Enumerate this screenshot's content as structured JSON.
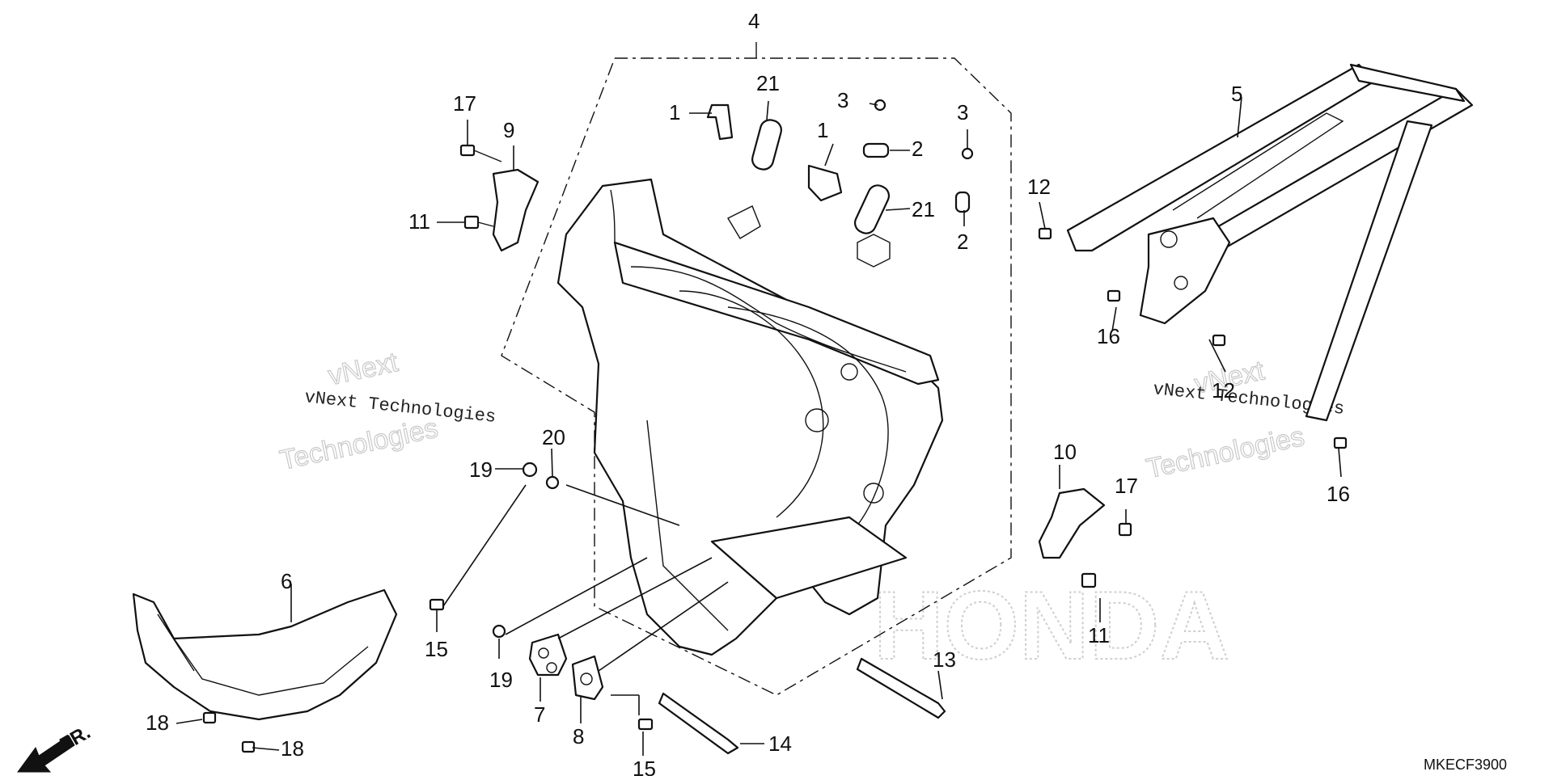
{
  "callouts": {
    "c1a": "1",
    "c1b": "1",
    "c2a": "2",
    "c2b": "2",
    "c3a": "3",
    "c3b": "3",
    "c4": "4",
    "c5": "5",
    "c6": "6",
    "c7": "7",
    "c8": "8",
    "c9": "9",
    "c10": "10",
    "c11a": "11",
    "c11b": "11",
    "c12a": "12",
    "c12b": "12",
    "c13": "13",
    "c14": "14",
    "c15a": "15",
    "c15b": "15",
    "c16a": "16",
    "c16b": "16",
    "c17a": "17",
    "c17b": "17",
    "c18a": "18",
    "c18b": "18",
    "c19a": "19",
    "c19b": "19",
    "c20": "20",
    "c21a": "21",
    "c21b": "21"
  },
  "watermark": {
    "line1": "vNext",
    "line2": "Technologies",
    "line_full": "vNext Technologies"
  },
  "brand_watermark": "HONDA",
  "direction_label": "FR.",
  "diagram_code": "MKECF3900"
}
